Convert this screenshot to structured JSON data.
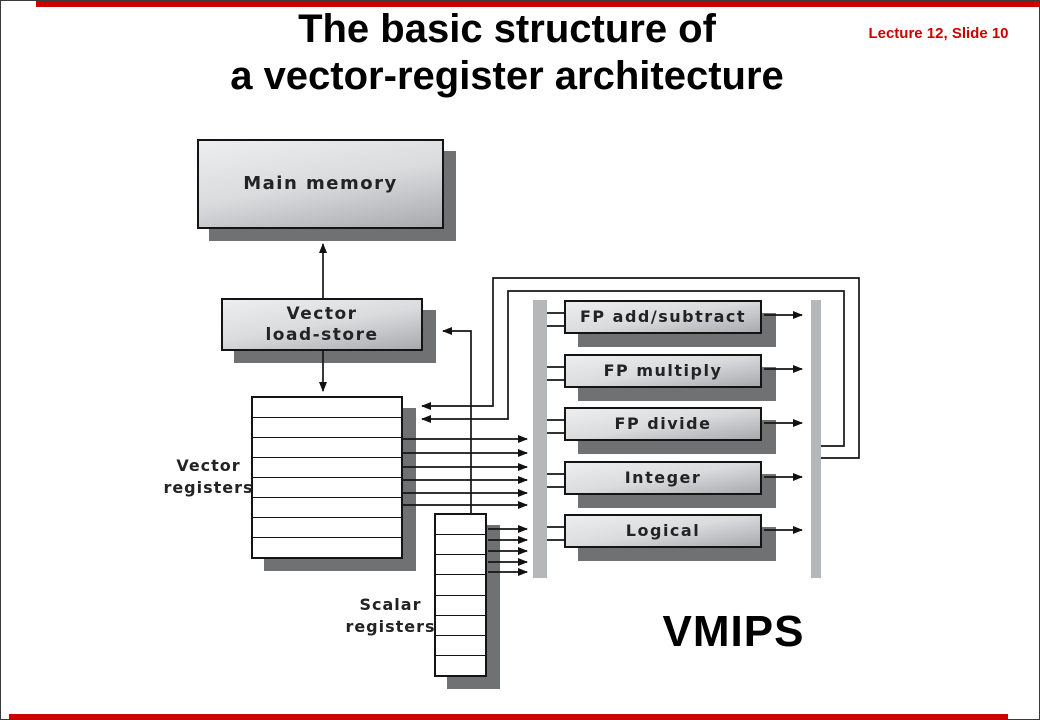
{
  "page": {
    "slide_ref": "Lecture 12, Slide 10",
    "title_line1": "The basic structure of",
    "title_line2": "a vector-register architecture",
    "vmips_label": "VMIPS"
  },
  "colors": {
    "accent_red": "#cc0000",
    "box_fill_light": "#edeef0",
    "box_fill_dark": "#a8aaad",
    "shadow_gray": "#6f7173",
    "bus_gray": "#b5b7b9",
    "line_black": "#161616"
  },
  "diagram": {
    "main_memory": {
      "label": "Main memory"
    },
    "vector_load_store": {
      "label_line1": "Vector",
      "label_line2": "load-store"
    },
    "vector_registers": {
      "label_line1": "Vector",
      "label_line2": "registers",
      "rows": 8
    },
    "scalar_registers": {
      "label_line1": "Scalar",
      "label_line2": "registers",
      "rows": 8
    },
    "functional_units": [
      {
        "label": "FP add/subtract"
      },
      {
        "label": "FP multiply"
      },
      {
        "label": "FP divide"
      },
      {
        "label": "Integer"
      },
      {
        "label": "Logical"
      }
    ]
  }
}
